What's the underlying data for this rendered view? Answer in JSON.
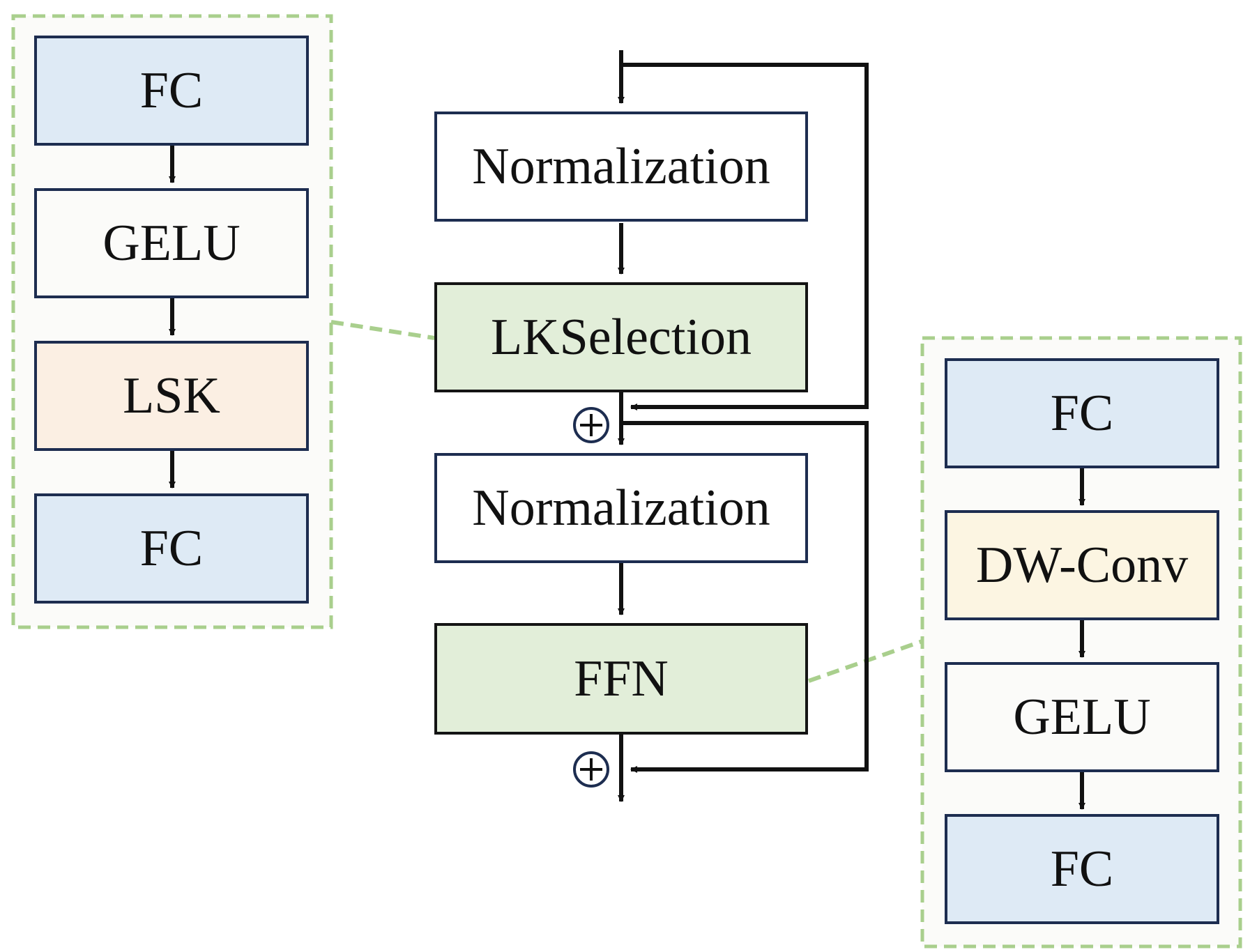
{
  "main_block": {
    "normalization_1": "Normalization",
    "lkselection": "LKSelection",
    "normalization_2": "Normalization",
    "ffn": "FFN"
  },
  "lkselection_detail": {
    "fc_top": "FC",
    "gelu": "GELU",
    "lsk": "LSK",
    "fc_bottom": "FC"
  },
  "ffn_detail": {
    "fc_top": "FC",
    "dw_conv": "DW-Conv",
    "gelu": "GELU",
    "fc_bottom": "FC"
  },
  "colors": {
    "fc_fill": "#deeaf5",
    "gelu_fill": "#fbfbf9",
    "lsk_fill": "#fbefe3",
    "dw_conv_fill": "#fcf5e2",
    "main_green_fill": "#e2eed9",
    "box_border": "#1d2d50",
    "dashed_group_border": "#a9cf8d",
    "arrow": "#111111"
  }
}
